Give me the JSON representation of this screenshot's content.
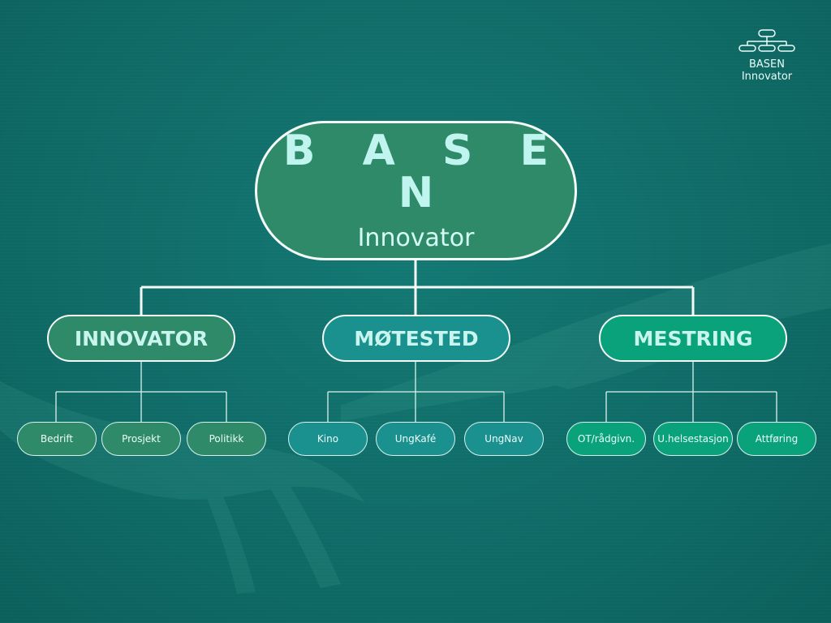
{
  "logo": {
    "text": "BASEN Innovator"
  },
  "root": {
    "title": "B A S E N",
    "subtitle": "Innovator"
  },
  "branches": [
    {
      "label": "INNOVATOR",
      "children": [
        "Bedrift",
        "Prosjekt",
        "Politikk"
      ]
    },
    {
      "label": "MØTESTED",
      "children": [
        "Kino",
        "UngKafé",
        "UngNav"
      ]
    },
    {
      "label": "MESTRING",
      "children": [
        "OT/rådgivn.",
        "U.helsestasjon",
        "Attføring"
      ]
    }
  ],
  "colors": {
    "background": "#0f6b66",
    "innovator": "#2f8a69",
    "motested": "#1a918e",
    "mestring": "#0aa27b",
    "line": "#f4fbf9"
  }
}
